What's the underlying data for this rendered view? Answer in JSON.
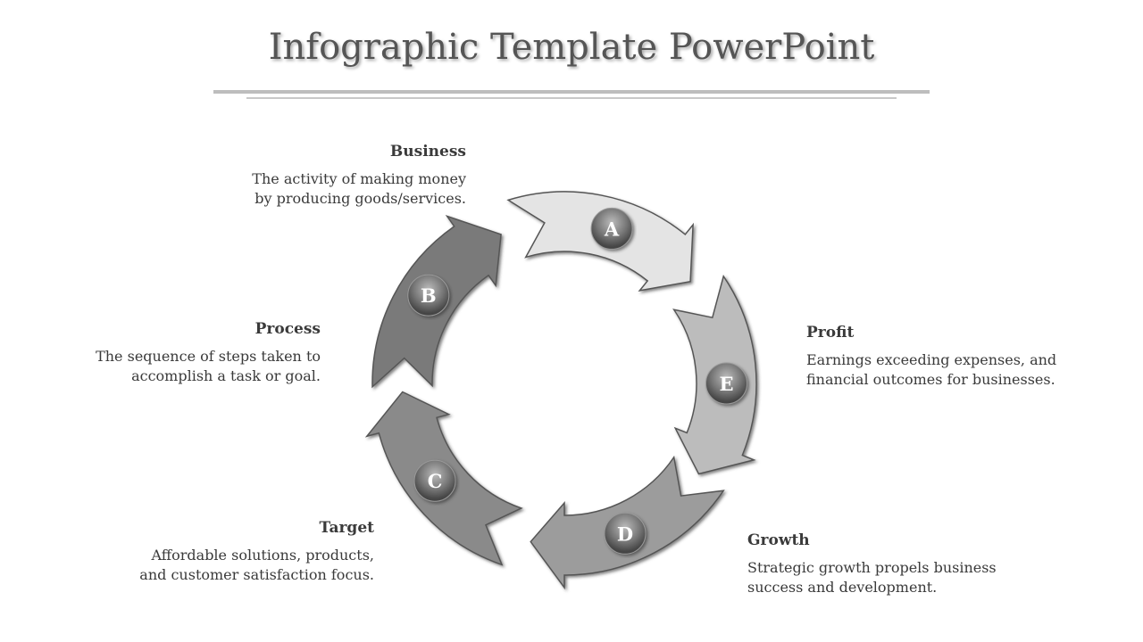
{
  "title": "Infographic Template PowerPoint",
  "items": [
    {
      "letter": "A",
      "heading": "Business",
      "lines": [
        "The activity of making money",
        "by producing goods/services."
      ],
      "color": "#e4e4e4"
    },
    {
      "letter": "E",
      "heading": "Profit",
      "lines": [
        "Earnings exceeding expenses, and",
        "financial outcomes for businesses."
      ],
      "color": "#bcbcbc"
    },
    {
      "letter": "D",
      "heading": "Growth",
      "lines": [
        "Strategic growth propels business",
        "success and development."
      ],
      "color": "#9c9c9c"
    },
    {
      "letter": "C",
      "heading": "Target",
      "lines": [
        "Affordable solutions, products,",
        "and customer satisfaction focus."
      ],
      "color": "#8a8a8a"
    },
    {
      "letter": "B",
      "heading": "Process",
      "lines": [
        "The sequence of steps taken to",
        "accomplish a task or goal."
      ],
      "color": "#7a7a7a"
    }
  ]
}
